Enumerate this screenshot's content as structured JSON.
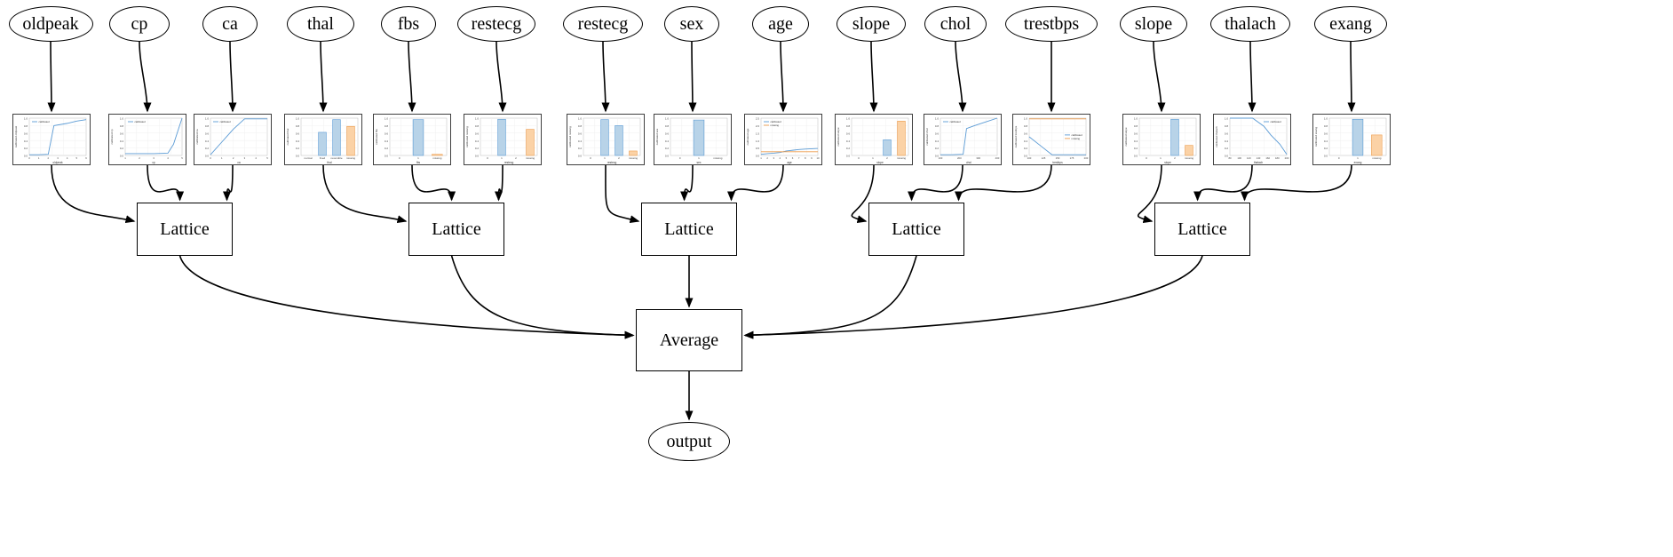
{
  "diagram": {
    "type": "calibrated-lattice-ensemble-graph",
    "title": "",
    "output_node": {
      "label": "output",
      "shape": "ellipse"
    },
    "aggregate_node": {
      "label": "Average",
      "shape": "box"
    },
    "lattice_label": "Lattice",
    "lattice_nodes": [
      {
        "label": "Lattice",
        "inputs": [
          "oldpeak",
          "cp",
          "ca"
        ]
      },
      {
        "label": "Lattice",
        "inputs": [
          "thal",
          "fbs",
          "restecg"
        ]
      },
      {
        "label": "Lattice",
        "inputs": [
          "restecg",
          "sex",
          "age"
        ]
      },
      {
        "label": "Lattice",
        "inputs": [
          "slope",
          "chol",
          "trestbps"
        ]
      },
      {
        "label": "Lattice",
        "inputs": [
          "slope",
          "thalach",
          "exang"
        ]
      }
    ],
    "features": [
      {
        "name": "oldpeak",
        "plot": {
          "type": "line",
          "xlabel": "oldpeak",
          "ylabel": "calibrated oldpeak",
          "legend": [
            "calibrated"
          ],
          "legend_position": "upper-left",
          "x": [
            0,
            1,
            2,
            2.6,
            4,
            5,
            6
          ],
          "y": [
            0.02,
            0.02,
            0.03,
            0.8,
            0.86,
            0.92,
            0.96
          ],
          "xticks": [
            "0",
            "1",
            "2",
            "3",
            "4",
            "5",
            "6"
          ],
          "yticks": [
            "0.0",
            "0.2",
            "0.4",
            "0.6",
            "0.8",
            "1.0"
          ]
        }
      },
      {
        "name": "cp",
        "plot": {
          "type": "line",
          "xlabel": "cp",
          "ylabel": "calibrated cp",
          "legend": [
            "calibrated"
          ],
          "legend_position": "upper-left",
          "x": [
            1,
            2,
            3,
            4,
            4.4,
            5
          ],
          "y": [
            0.05,
            0.05,
            0.05,
            0.06,
            0.3,
            1.0
          ],
          "xticks": [
            "1",
            "2",
            "3",
            "4",
            "5"
          ],
          "yticks": [
            "0.0",
            "0.2",
            "0.4",
            "0.6",
            "0.8",
            "1.0"
          ]
        }
      },
      {
        "name": "ca",
        "plot": {
          "type": "line",
          "xlabel": "ca",
          "ylabel": "calibrated ca",
          "legend": [
            "calibrated"
          ],
          "legend_position": "upper-left",
          "x": [
            0,
            1,
            2,
            3,
            4,
            5
          ],
          "y": [
            0.02,
            0.36,
            0.7,
            0.98,
            0.98,
            0.98
          ],
          "xticks": [
            "0",
            "1",
            "2",
            "3",
            "4",
            "5"
          ],
          "yticks": [
            "0.0",
            "0.2",
            "0.4",
            "0.6",
            "0.8",
            "1.0"
          ]
        }
      },
      {
        "name": "thal",
        "plot": {
          "type": "bar",
          "xlabel": "thal",
          "ylabel": "calibrated thal",
          "categories": [
            "normal",
            "fixed",
            "reversible",
            "missing"
          ],
          "values": [
            0.0,
            0.62,
            0.96,
            0.78
          ],
          "colors": [
            "#aecde3",
            "#aecde3",
            "#aecde3",
            "#f7c08a"
          ],
          "yticks": [
            "0.0",
            "0.2",
            "0.4",
            "0.6",
            "0.8",
            "1.0"
          ]
        }
      },
      {
        "name": "fbs",
        "plot": {
          "type": "bar",
          "xlabel": "fbs",
          "ylabel": "calibrated fbs",
          "categories": [
            "0",
            "1",
            "missing"
          ],
          "values": [
            0.0,
            0.96,
            0.03
          ],
          "colors": [
            "#aecde3",
            "#aecde3",
            "#f7c08a"
          ],
          "yticks": [
            "0.0",
            "0.2",
            "0.4",
            "0.6",
            "0.8",
            "1.0"
          ]
        }
      },
      {
        "name": "restecg",
        "plot": {
          "type": "bar",
          "xlabel": "restecg",
          "ylabel": "calibrated restecg",
          "categories": [
            "0",
            "1",
            "2",
            "missing"
          ],
          "values": [
            0.0,
            0.97,
            0.0,
            0.7
          ],
          "colors": [
            "#aecde3",
            "#aecde3",
            "#aecde3",
            "#f7c08a"
          ],
          "yticks": [
            "0.0",
            "0.2",
            "0.4",
            "0.6",
            "0.8",
            "1.0"
          ]
        }
      },
      {
        "name": "restecg",
        "plot": {
          "type": "bar",
          "xlabel": "restecg",
          "ylabel": "calibrated restecg",
          "categories": [
            "0",
            "1",
            "2",
            "missing"
          ],
          "values": [
            0.0,
            0.96,
            0.8,
            0.12
          ],
          "colors": [
            "#aecde3",
            "#aecde3",
            "#aecde3",
            "#f7c08a"
          ],
          "yticks": [
            "0.0",
            "0.2",
            "0.4",
            "0.6",
            "0.8",
            "1.0"
          ]
        }
      },
      {
        "name": "sex",
        "plot": {
          "type": "bar",
          "xlabel": "sex",
          "ylabel": "calibrated sex",
          "categories": [
            "0",
            "1",
            "missing"
          ],
          "values": [
            0.0,
            0.95,
            0.0
          ],
          "colors": [
            "#aecde3",
            "#aecde3",
            "#f7c08a"
          ],
          "yticks": [
            "0.0",
            "0.2",
            "0.4",
            "0.6",
            "0.8",
            "1.0"
          ]
        }
      },
      {
        "name": "age",
        "plot": {
          "type": "line",
          "xlabel": "age",
          "ylabel": "calibrated age",
          "legend": [
            "calibrated",
            "missing"
          ],
          "legend_position": "upper-left",
          "x": [
            1,
            2,
            3,
            4,
            5,
            6,
            7,
            8,
            9,
            10
          ],
          "y": [
            0.03,
            0.05,
            0.06,
            0.08,
            0.12,
            0.14,
            0.16,
            0.17,
            0.18,
            0.19
          ],
          "missing_value": 0.1,
          "xticks": [
            "1",
            "2",
            "3",
            "4",
            "5",
            "6",
            "7",
            "8",
            "9",
            "10"
          ],
          "yticks": [
            "0.0",
            "0.5",
            "1.0",
            "1.5",
            "2.0",
            "2.5"
          ]
        }
      },
      {
        "name": "slope",
        "plot": {
          "type": "bar",
          "xlabel": "slope",
          "ylabel": "calibrated slope",
          "categories": [
            "0",
            "1",
            "2",
            "missing"
          ],
          "values": [
            0.0,
            0.0,
            0.42,
            0.92
          ],
          "colors": [
            "#aecde3",
            "#aecde3",
            "#aecde3",
            "#f7c08a"
          ],
          "yticks": [
            "0.0",
            "0.2",
            "0.4",
            "0.6",
            "0.8",
            "1.0"
          ]
        }
      },
      {
        "name": "chol",
        "plot": {
          "type": "line",
          "xlabel": "chol",
          "ylabel": "calibrated chol",
          "legend": [
            "calibrated"
          ],
          "legend_position": "upper-left",
          "x": [
            0,
            1,
            2,
            2.3,
            3,
            4,
            5
          ],
          "y": [
            0.02,
            0.02,
            0.03,
            0.72,
            0.8,
            0.9,
            1.0
          ],
          "xticks": [
            "100",
            "200",
            "300",
            "400"
          ],
          "yticks": [
            "0.0",
            "0.2",
            "0.4",
            "0.6",
            "0.8",
            "1.0"
          ]
        }
      },
      {
        "name": "trestbps",
        "plot": {
          "type": "line",
          "xlabel": "trestbps",
          "ylabel": "calibrated trestbps",
          "legend": [
            "calibrated",
            "missing"
          ],
          "legend_position": "right",
          "x": [
            0,
            1,
            2,
            3,
            4,
            5
          ],
          "y": [
            0.5,
            0.26,
            0.02,
            0.02,
            0.02,
            0.02
          ],
          "missing_value": 0.98,
          "xticks": [
            "100",
            "125",
            "150",
            "175",
            "200"
          ],
          "yticks": [
            "0.0",
            "0.2",
            "0.4",
            "0.6",
            "0.8",
            "1.0"
          ]
        }
      },
      {
        "name": "slope",
        "plot": {
          "type": "bar",
          "xlabel": "slope",
          "ylabel": "calibrated slope",
          "categories": [
            "0",
            "1",
            "2",
            "missing"
          ],
          "values": [
            0.0,
            0.0,
            0.97,
            0.27
          ],
          "colors": [
            "#aecde3",
            "#aecde3",
            "#aecde3",
            "#f7c08a"
          ],
          "yticks": [
            "0.0",
            "0.2",
            "0.4",
            "0.6",
            "0.8",
            "1.0"
          ]
        }
      },
      {
        "name": "thalach",
        "plot": {
          "type": "line",
          "xlabel": "thalach",
          "ylabel": "calibrated thalach",
          "legend": [
            "calibrated"
          ],
          "legend_position": "upper-right",
          "x": [
            0,
            1,
            2,
            3,
            3.6,
            4.4,
            5
          ],
          "y": [
            1.0,
            1.0,
            1.0,
            0.78,
            0.55,
            0.3,
            0.03
          ],
          "xticks": [
            "80",
            "100",
            "120",
            "140",
            "160",
            "180",
            "200"
          ],
          "yticks": [
            "0.0",
            "0.2",
            "0.4",
            "0.6",
            "0.8",
            "1.0"
          ]
        }
      },
      {
        "name": "exang",
        "plot": {
          "type": "bar",
          "xlabel": "exang",
          "ylabel": "calibrated exang",
          "categories": [
            "0",
            "1",
            "missing"
          ],
          "values": [
            0.0,
            0.97,
            0.55
          ],
          "colors": [
            "#aecde3",
            "#aecde3",
            "#f7c08a"
          ],
          "yticks": [
            "0.0",
            "0.2",
            "0.4",
            "0.6",
            "0.8",
            "1.0"
          ]
        }
      }
    ],
    "colors": {
      "calibrated_line": "#5b9bd5",
      "missing_line": "#ed9b4b",
      "bar_blue_fill": "#b8d3e8",
      "bar_blue_edge": "#5b9bd5",
      "bar_orange_fill": "#fbd2a6",
      "bar_orange_edge": "#ed9b4b",
      "edge": "#000000",
      "node_border": "#000000",
      "plot_border": "#3f3f3f"
    }
  }
}
